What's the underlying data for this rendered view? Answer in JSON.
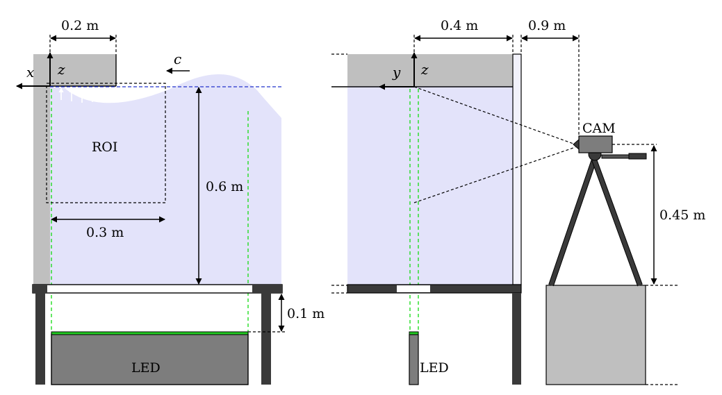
{
  "left_view": {
    "dim_top": "0.2 m",
    "axis_x": "x",
    "axis_z": "z",
    "wave_speed": "c",
    "roi_label": "ROI",
    "dim_depth": "0.6 m",
    "dim_width": "0.3 m",
    "dim_gap": "0.1 m",
    "led_label": "LED"
  },
  "right_view": {
    "dim_top_a": "0.4 m",
    "dim_top_b": "0.9 m",
    "axis_y": "y",
    "axis_z": "z",
    "camera_label": "CAM",
    "dim_camera_height": "0.45 m",
    "led_label": "LED"
  },
  "colors": {
    "water": "#e3e3fa",
    "grey_block": "#bfbfbf",
    "dark_frame": "#3a3a3a",
    "led_body": "#7d7d7d",
    "led_strip": "#22cc22",
    "surface_line": "#2233cc",
    "green_guide": "#22dd22"
  }
}
